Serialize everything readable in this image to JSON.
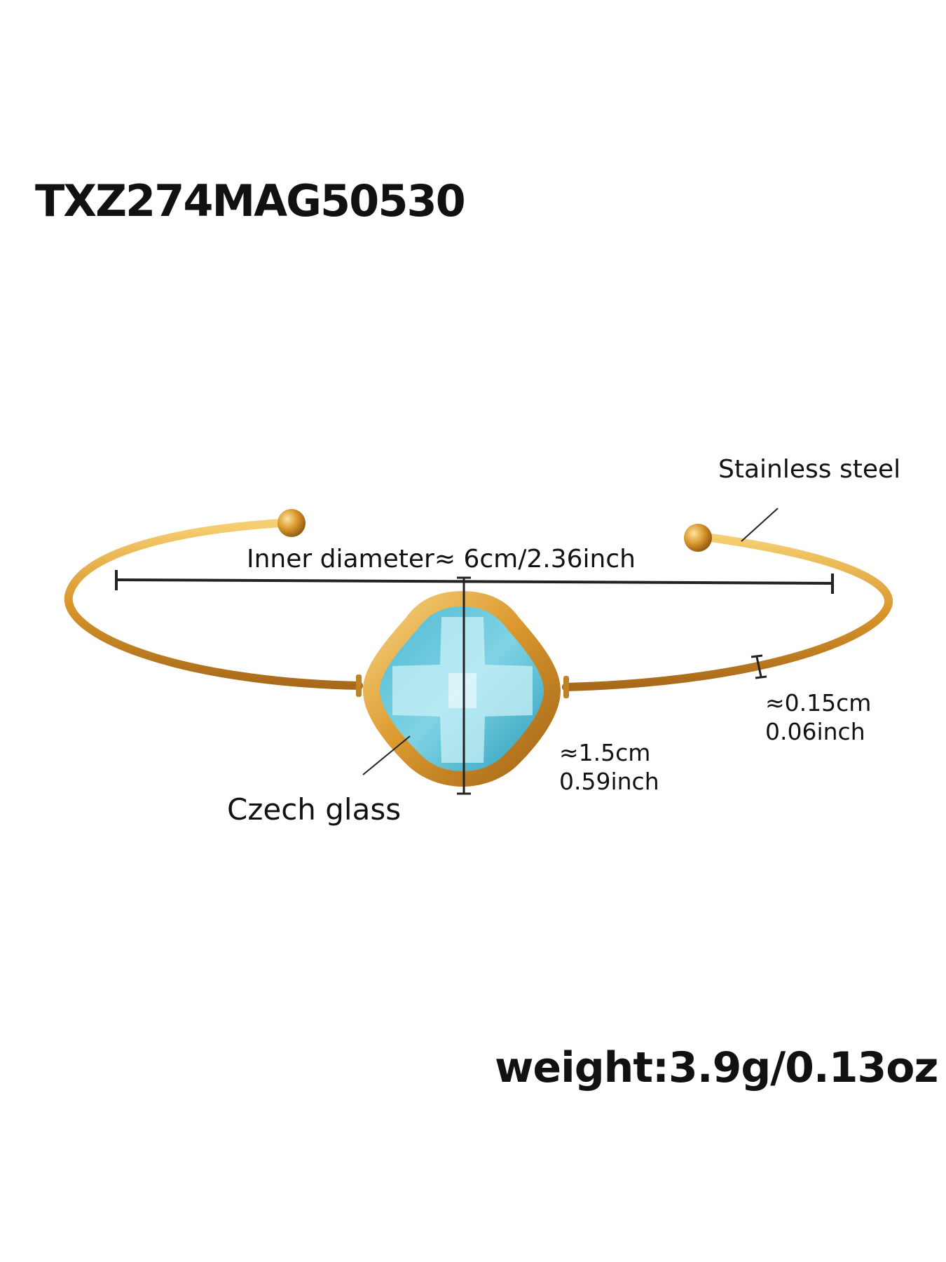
{
  "product": {
    "sku": "TXZ274MAG50530",
    "weight": "weight:3.9g/0.13oz"
  },
  "annotations": {
    "inner_diameter": "Inner diameter≈ 6cm/2.36inch",
    "material_band": "Stainless steel",
    "material_stone": "Czech glass",
    "stone_size_cm": "≈1.5cm",
    "stone_size_inch": "0.59inch",
    "wire_thickness_cm": "≈0.15cm",
    "wire_thickness_inch": "0.06inch"
  },
  "colors": {
    "gold": "#d9962c",
    "gold_dark": "#a8691a",
    "gold_light": "#f6cf72",
    "stone": "#6cc9dc",
    "stone_light": "#c9f0f7",
    "stone_dark": "#2e9fbb",
    "text": "#111111"
  }
}
